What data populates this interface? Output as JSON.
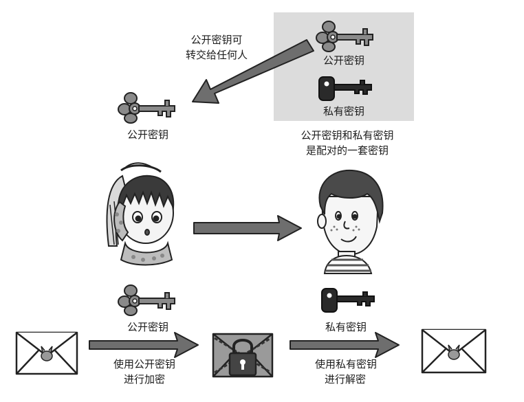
{
  "labels": {
    "public_key_transfer": "公开密钥可",
    "public_key_transfer_2": "转交给任何人",
    "box_public_key": "公开密钥",
    "box_private_key": "私有密钥",
    "left_public_key": "公开密钥",
    "pair_note_1": "公开密钥和私有密钥",
    "pair_note_2": "是配对的一套密钥",
    "bottom_public_key": "公开密钥",
    "bottom_private_key": "私有密钥",
    "encrypt_1": "使用公开密钥",
    "encrypt_2": "进行加密",
    "decrypt_1": "使用私有密钥",
    "decrypt_2": "进行解密"
  },
  "colors": {
    "arrow": "#6e6e6e",
    "outline": "#222222",
    "box": "#dcdcdc",
    "public_key": "#8a8a8a",
    "private_key": "#2a2a2a"
  },
  "icons": [
    "public-key-icon",
    "private-key-icon",
    "envelope-icon",
    "locked-envelope-icon",
    "girl-character",
    "boy-character"
  ]
}
